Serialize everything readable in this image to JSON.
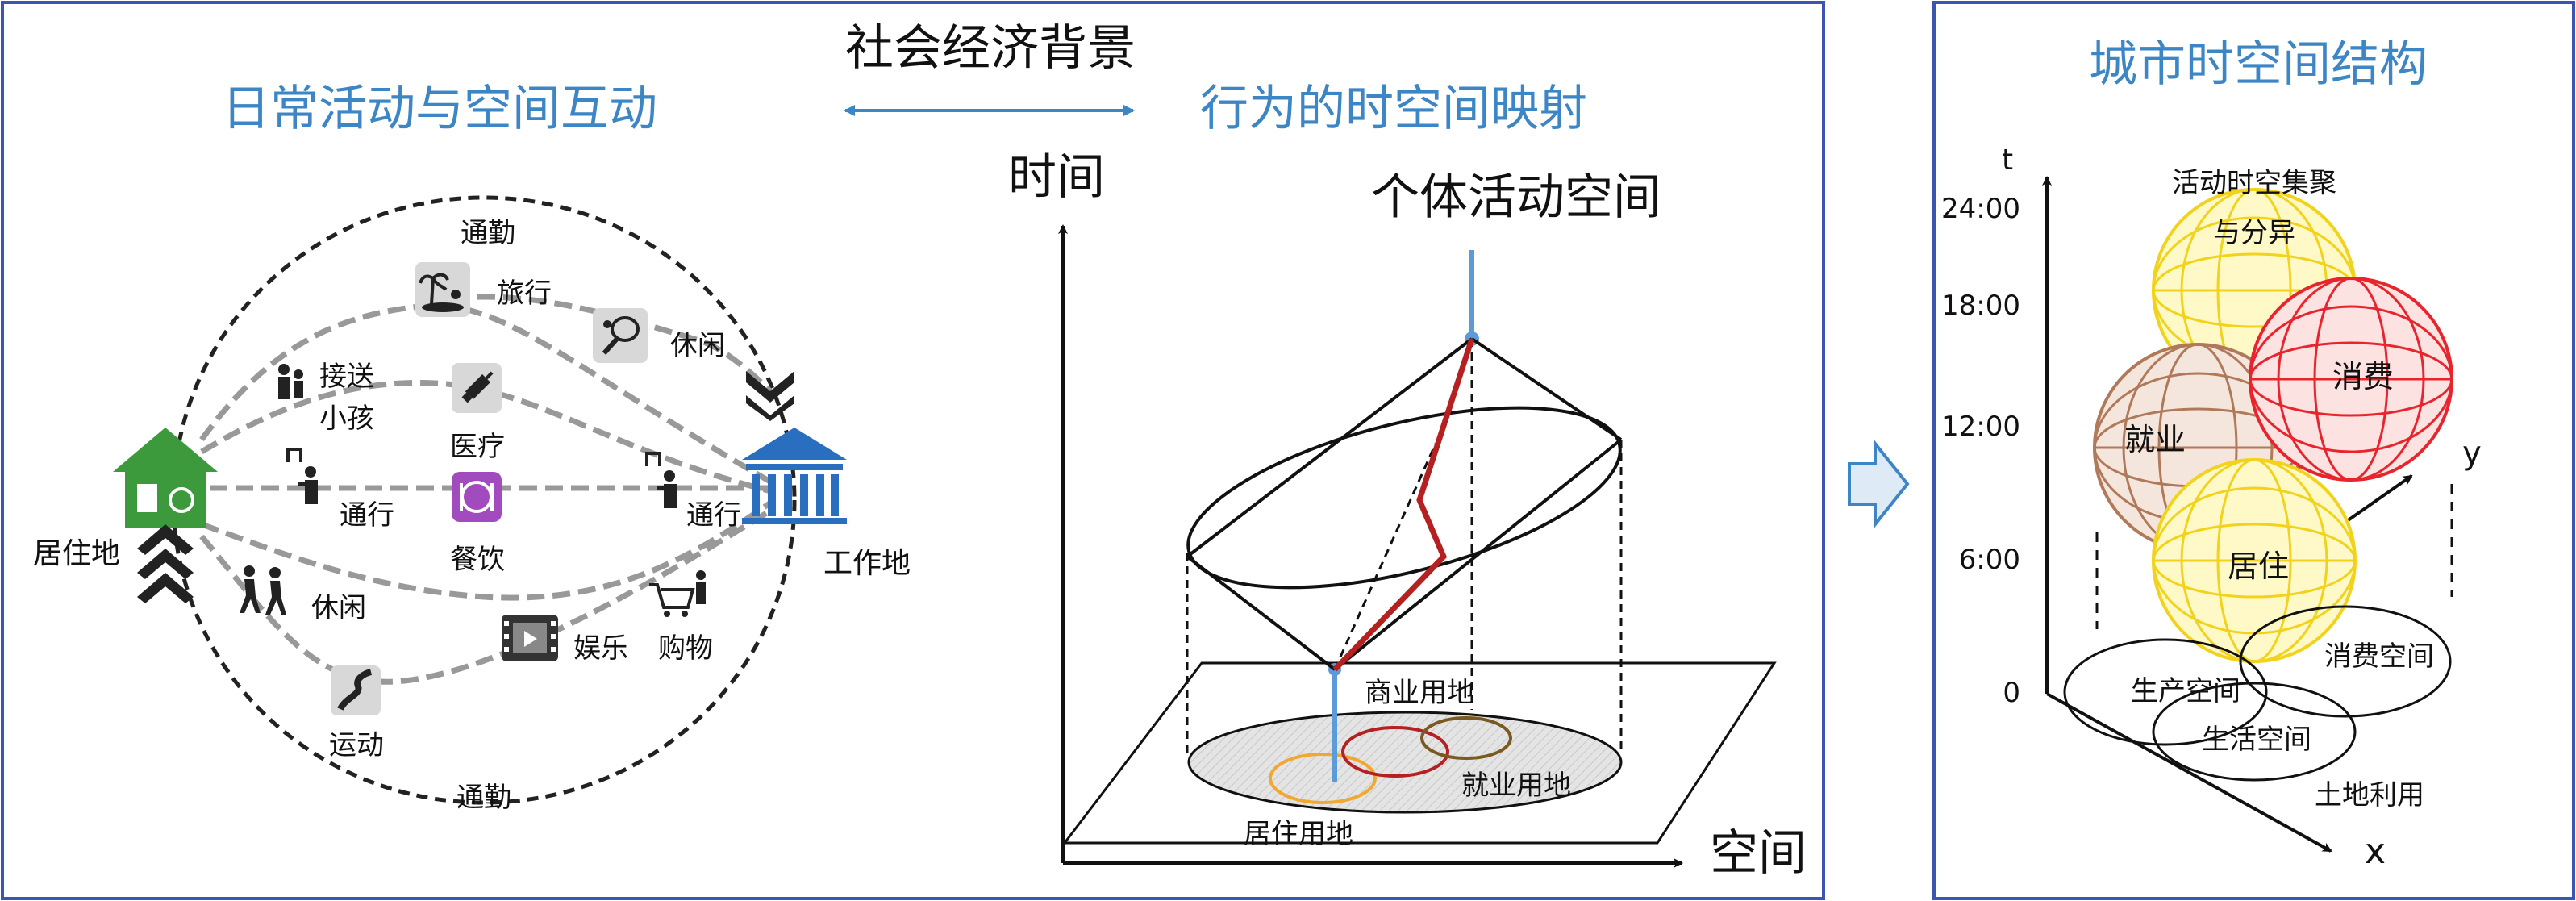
{
  "panel_left": {
    "title_left": "日常活动与空间互动",
    "title_center": "社会经济背景",
    "title_right": "行为的时空间映射",
    "cycle": {
      "top_label": "通勤",
      "bottom_label": "通勤",
      "home_label": "居住地",
      "work_label": "工作地",
      "activities": {
        "travel": "旅行",
        "leisure_top": "休闲",
        "pickup": "接送\n小孩",
        "medical": "医疗",
        "commute_left": "通行",
        "dining": "餐饮",
        "commute_right": "通行",
        "leisure_bottom": "休闲",
        "entertainment": "娱乐",
        "shopping": "购物",
        "sports": "运动"
      }
    },
    "cone": {
      "y_axis": "时间",
      "x_axis": "空间",
      "individual_space": "个体活动空间",
      "commercial": "商业用地",
      "employment": "就业用地",
      "residential": "居住用地"
    }
  },
  "panel_right": {
    "title": "城市时空间结构",
    "axis_t": "t",
    "axis_x": "x",
    "axis_y": "y",
    "time_ticks": [
      "24:00",
      "18:00",
      "12:00",
      "6:00",
      "0"
    ],
    "cluster_label": "活动时空集聚\n与分异",
    "spheres": {
      "consumption": "消费",
      "employment": "就业",
      "residence": "居住"
    },
    "land": {
      "production": "生产空间",
      "consumption": "消费空间",
      "living": "生活空间",
      "land_use": "土地利用"
    }
  },
  "colors": {
    "title_blue": "#3d86c6",
    "frame_blue": "#3a55b4",
    "home_green": "#3c9a3c",
    "work_blue": "#2a6fbf",
    "path_red": "#b52020",
    "sphere_yellow": "#f2d21a",
    "sphere_red": "#e8242c",
    "sphere_brown": "#b07a5a"
  },
  "icons": [
    "home-icon",
    "building-icon",
    "travel-icon",
    "tennis-icon",
    "family-icon",
    "medical-icon",
    "dining-icon",
    "commuter-icon",
    "hikers-icon",
    "film-icon",
    "shopping-icon",
    "road-icon",
    "chevron-up-icon",
    "chevron-down-icon",
    "arrow-icon"
  ]
}
